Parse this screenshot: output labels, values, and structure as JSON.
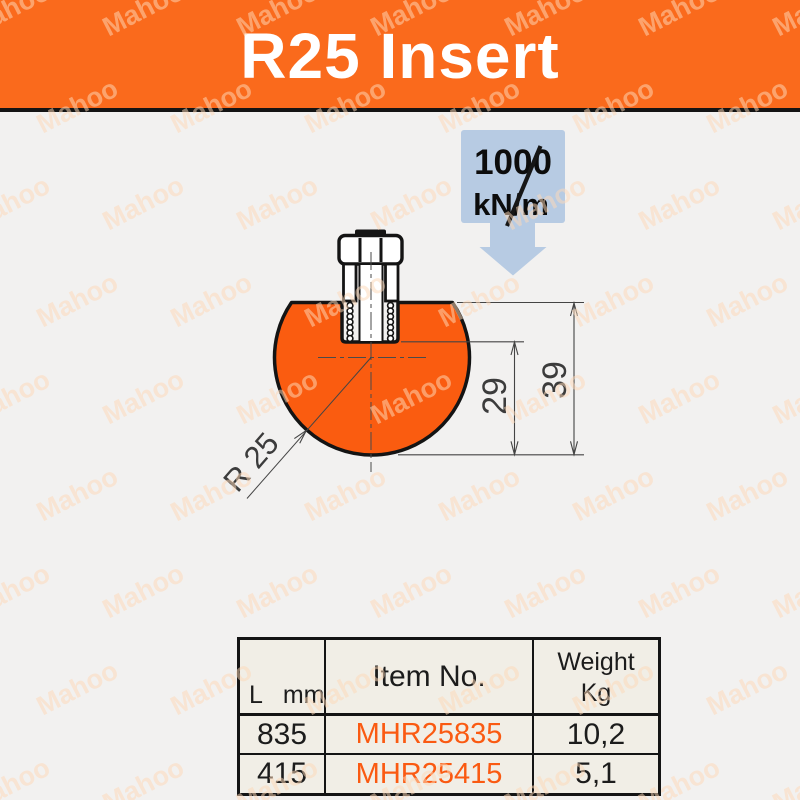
{
  "header": {
    "title": "R25 Insert",
    "bg_color": "#fa6a1c",
    "text_color": "#ffffff"
  },
  "watermark": {
    "text": "Mahoo"
  },
  "force_callout": {
    "line1": "1000",
    "line2": "kN/m",
    "box_color": "#b7cbe3"
  },
  "drawing": {
    "body_color": "#fa5c10",
    "outline_color": "#141414",
    "dim_height_total": "39",
    "dim_height_partial": "29",
    "radius_label": "R 25"
  },
  "table": {
    "headers": {
      "length": "L   mm",
      "item": "Item No.",
      "weight_line1": "Weight",
      "weight_line2": "Kg"
    },
    "item_color": "#fa5a12",
    "rows": [
      {
        "l": "835",
        "item": "MHR25835",
        "weight": "10,2"
      },
      {
        "l": "415",
        "item": "MHR25415",
        "weight": "5,1"
      }
    ]
  }
}
